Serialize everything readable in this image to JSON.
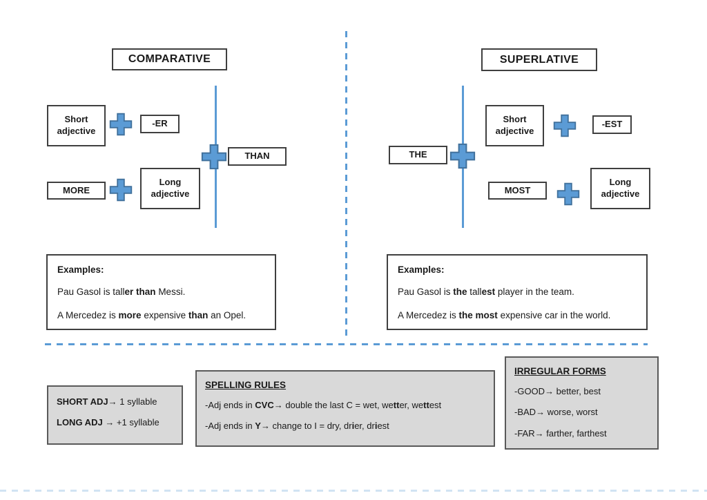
{
  "colors": {
    "accent_blue": "#5B9BD5",
    "plus_border": "#41719C",
    "gray_fill": "#D9D9D9",
    "gray_border": "#595959"
  },
  "comparative": {
    "title": "COMPARATIVE",
    "boxes": {
      "short_adjective": "Short adjective",
      "er_suffix": "-ER",
      "more": "MORE",
      "long_adjective": "Long adjective",
      "than": "THAN"
    },
    "examples": {
      "heading": "Examples:",
      "lines": [
        [
          {
            "t": "Pau Gasol is tall"
          },
          {
            "t": "er than",
            "b": true
          },
          {
            "t": " Messi."
          }
        ],
        [
          {
            "t": "A Mercedez is "
          },
          {
            "t": "more",
            "b": true
          },
          {
            "t": " expensive "
          },
          {
            "t": "than",
            "b": true
          },
          {
            "t": " an Opel."
          }
        ]
      ]
    }
  },
  "superlative": {
    "title": "SUPERLATIVE",
    "boxes": {
      "the": "THE",
      "short_adjective": "Short adjective",
      "est_suffix": "-EST",
      "most": "MOST",
      "long_adjective": "Long adjective"
    },
    "examples": {
      "heading": "Examples:",
      "lines": [
        [
          {
            "t": "Pau Gasol is "
          },
          {
            "t": "the",
            "b": true
          },
          {
            "t": " tall"
          },
          {
            "t": "est",
            "b": true
          },
          {
            "t": " player in the team."
          }
        ],
        [
          {
            "t": "A Mercedez is "
          },
          {
            "t": "the most",
            "b": true
          },
          {
            "t": " expensive car in the world."
          }
        ]
      ]
    }
  },
  "rules": {
    "syllables": {
      "lines": [
        [
          {
            "t": "SHORT ADJ",
            "b": true
          },
          {
            "t": "→",
            "b": true
          },
          {
            "t": " 1 syllable"
          }
        ],
        [
          {
            "t": "LONG ADJ ",
            "b": true
          },
          {
            "t": "→",
            "b": true
          },
          {
            "t": " +1 syllable"
          }
        ]
      ]
    },
    "spelling": {
      "heading": "SPELLING RULES",
      "lines": [
        [
          {
            "t": "-Adj ends in "
          },
          {
            "t": "CVC",
            "b": true
          },
          {
            "t": "→",
            "b": true
          },
          {
            "t": " double the last C = wet, we"
          },
          {
            "t": "tt",
            "b": true
          },
          {
            "t": "er, we"
          },
          {
            "t": "tt",
            "b": true
          },
          {
            "t": "est"
          }
        ],
        [
          {
            "t": "-Adj ends in "
          },
          {
            "t": "Y",
            "b": true
          },
          {
            "t": "→",
            "b": true
          },
          {
            "t": " change to I = dry, dr"
          },
          {
            "t": "i",
            "b": true
          },
          {
            "t": "er, dr"
          },
          {
            "t": "i",
            "b": true
          },
          {
            "t": "est"
          }
        ]
      ]
    },
    "irregular": {
      "heading": "IRREGULAR FORMS",
      "lines": [
        [
          {
            "t": "-GOOD"
          },
          {
            "t": "→",
            "b": true
          },
          {
            "t": " better, best"
          }
        ],
        [
          {
            "t": "-BAD"
          },
          {
            "t": "→",
            "b": true
          },
          {
            "t": " worse, worst"
          }
        ],
        [
          {
            "t": "-FAR"
          },
          {
            "t": "→",
            "b": true
          },
          {
            "t": " farther, farthest"
          }
        ]
      ]
    }
  }
}
